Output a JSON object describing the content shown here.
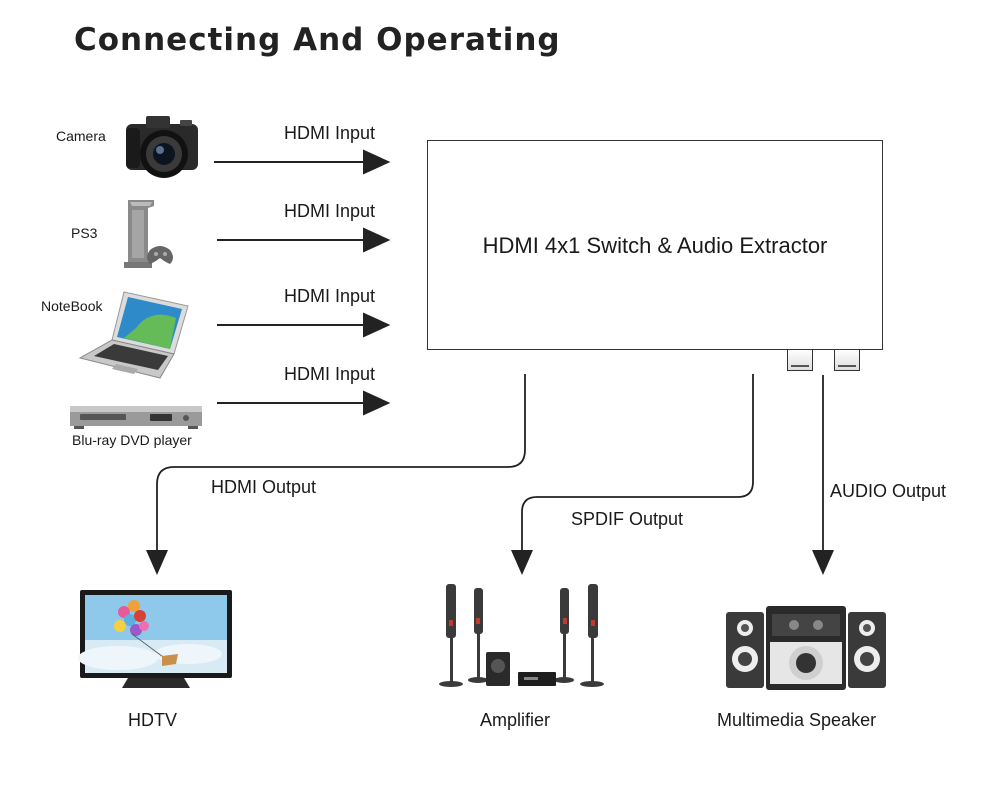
{
  "title": "Connecting And Operating",
  "device": {
    "name": "HDMI 4x1 Switch & Audio Extractor"
  },
  "sources": [
    {
      "name": "Camera",
      "connection": "HDMI Input",
      "icon": "camera-icon"
    },
    {
      "name": "PS3",
      "connection": "HDMI Input",
      "icon": "game-console-icon"
    },
    {
      "name": "NoteBook",
      "connection": "HDMI Input",
      "icon": "laptop-icon"
    },
    {
      "name": "Blu-ray DVD player",
      "connection": "HDMI Input",
      "icon": "bluray-player-icon"
    }
  ],
  "outputs": [
    {
      "name": "HDTV",
      "connection": "HDMI Output",
      "icon": "tv-icon"
    },
    {
      "name": "Amplifier",
      "connection": "SPDIF Output",
      "icon": "home-theater-icon"
    },
    {
      "name": "Multimedia Speaker",
      "connection": "AUDIO Output",
      "icon": "speaker-system-icon"
    }
  ]
}
